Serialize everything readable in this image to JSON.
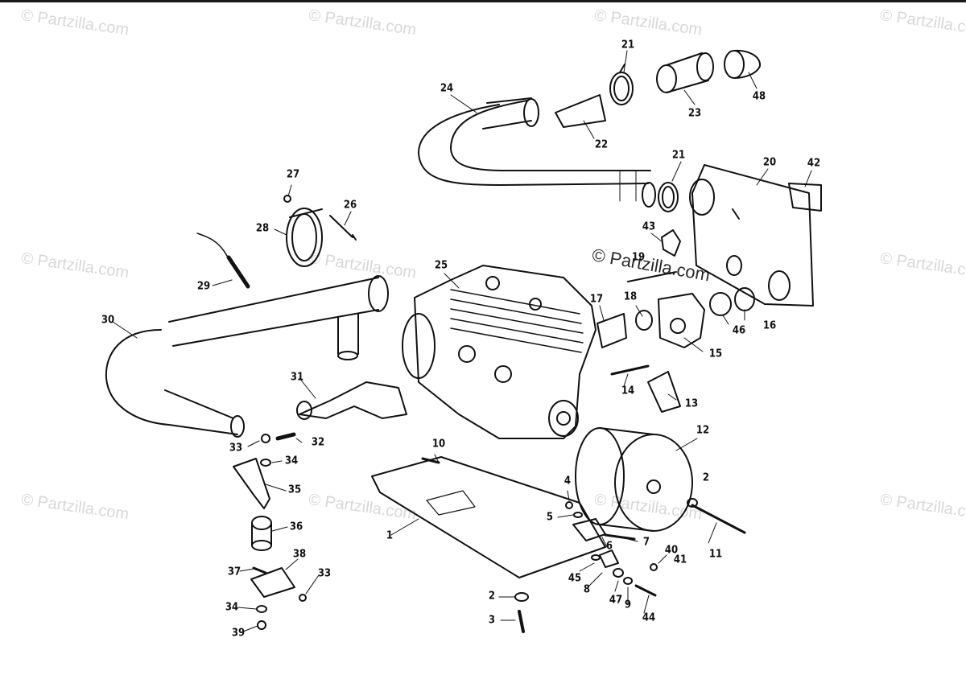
{
  "watermark": {
    "text": "© Partzilla.com",
    "center_text": "© Partzilla.com"
  },
  "callouts": [
    "1",
    "2",
    "2",
    "3",
    "4",
    "5",
    "6",
    "7",
    "8",
    "9",
    "10",
    "11",
    "12",
    "13",
    "14",
    "15",
    "16",
    "17",
    "18",
    "19",
    "20",
    "21",
    "21",
    "22",
    "23",
    "24",
    "25",
    "26",
    "27",
    "28",
    "29",
    "30",
    "31",
    "32",
    "33",
    "33",
    "34",
    "34",
    "35",
    "36",
    "37",
    "38",
    "39",
    "40",
    "41",
    "42",
    "43",
    "44",
    "45",
    "46",
    "47",
    "48"
  ],
  "colors": {
    "ink": "#111111",
    "watermark": "#d8d8d8",
    "paper": "#ffffff"
  }
}
